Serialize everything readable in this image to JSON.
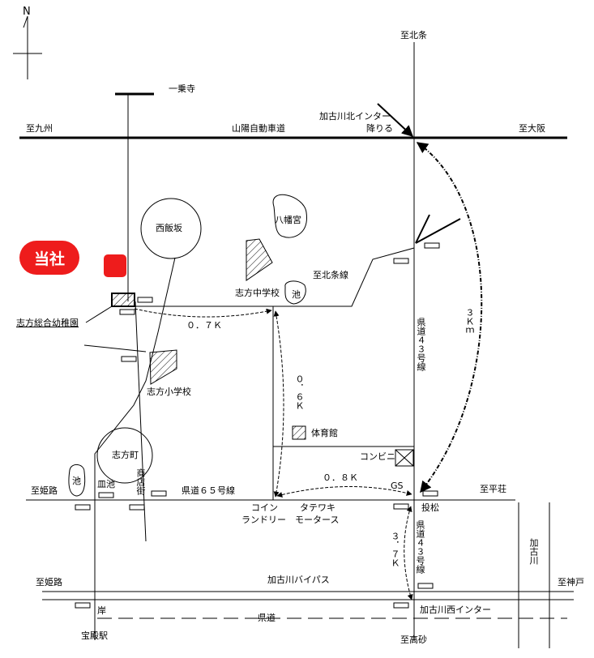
{
  "map": {
    "north": "N",
    "company": "当社",
    "labels": {
      "ichijoji": "一乗寺",
      "kyushu": "至九州",
      "sanyo": "山陽自動車道",
      "osaka": "至大阪",
      "hokujo_top": "至北条",
      "ic_north_1": "加古川北インター",
      "ic_north_2": "降りる",
      "nishiiizaka": "西飯坂",
      "hachimangu": "八幡宮",
      "hokujo_line": "至北条線",
      "shikata_jhs": "志方中学校",
      "pond1": "池",
      "kindergarten": "志方総合幼稚園",
      "dist07": "０．７Ｋ",
      "dist06": "０．６Ｋ",
      "shikata_es": "志方小学校",
      "kendo43a": "県道４３号線",
      "dist3km": "３Ｋｍ",
      "gym": "体育館",
      "conbini": "コンビニ",
      "shikata_town": "志方町",
      "dist08": "０．８Ｋ",
      "gs": "GS",
      "heiso": "至平荘",
      "himeji1": "至姫路",
      "pond2": "池",
      "saraike": "皿池",
      "shotengai": "商店街",
      "kendo65": "県道６５号線",
      "coin1": "コイン",
      "coin2": "ランドリー",
      "tate1": "タテワキ",
      "tate2": "モータース",
      "nagematsu": "投松",
      "dist37": "３．７Ｋ",
      "kendo43b": "県道４３号線",
      "kakogawa_river": "加古川",
      "himeji2": "至姫路",
      "bypass": "加古川バイパス",
      "kobe": "至神戸",
      "kishi": "岸",
      "tokaido": "県道",
      "ic_west": "加古川西インター",
      "hokyo": "宝殿駅",
      "takasago": "至高砂"
    }
  }
}
